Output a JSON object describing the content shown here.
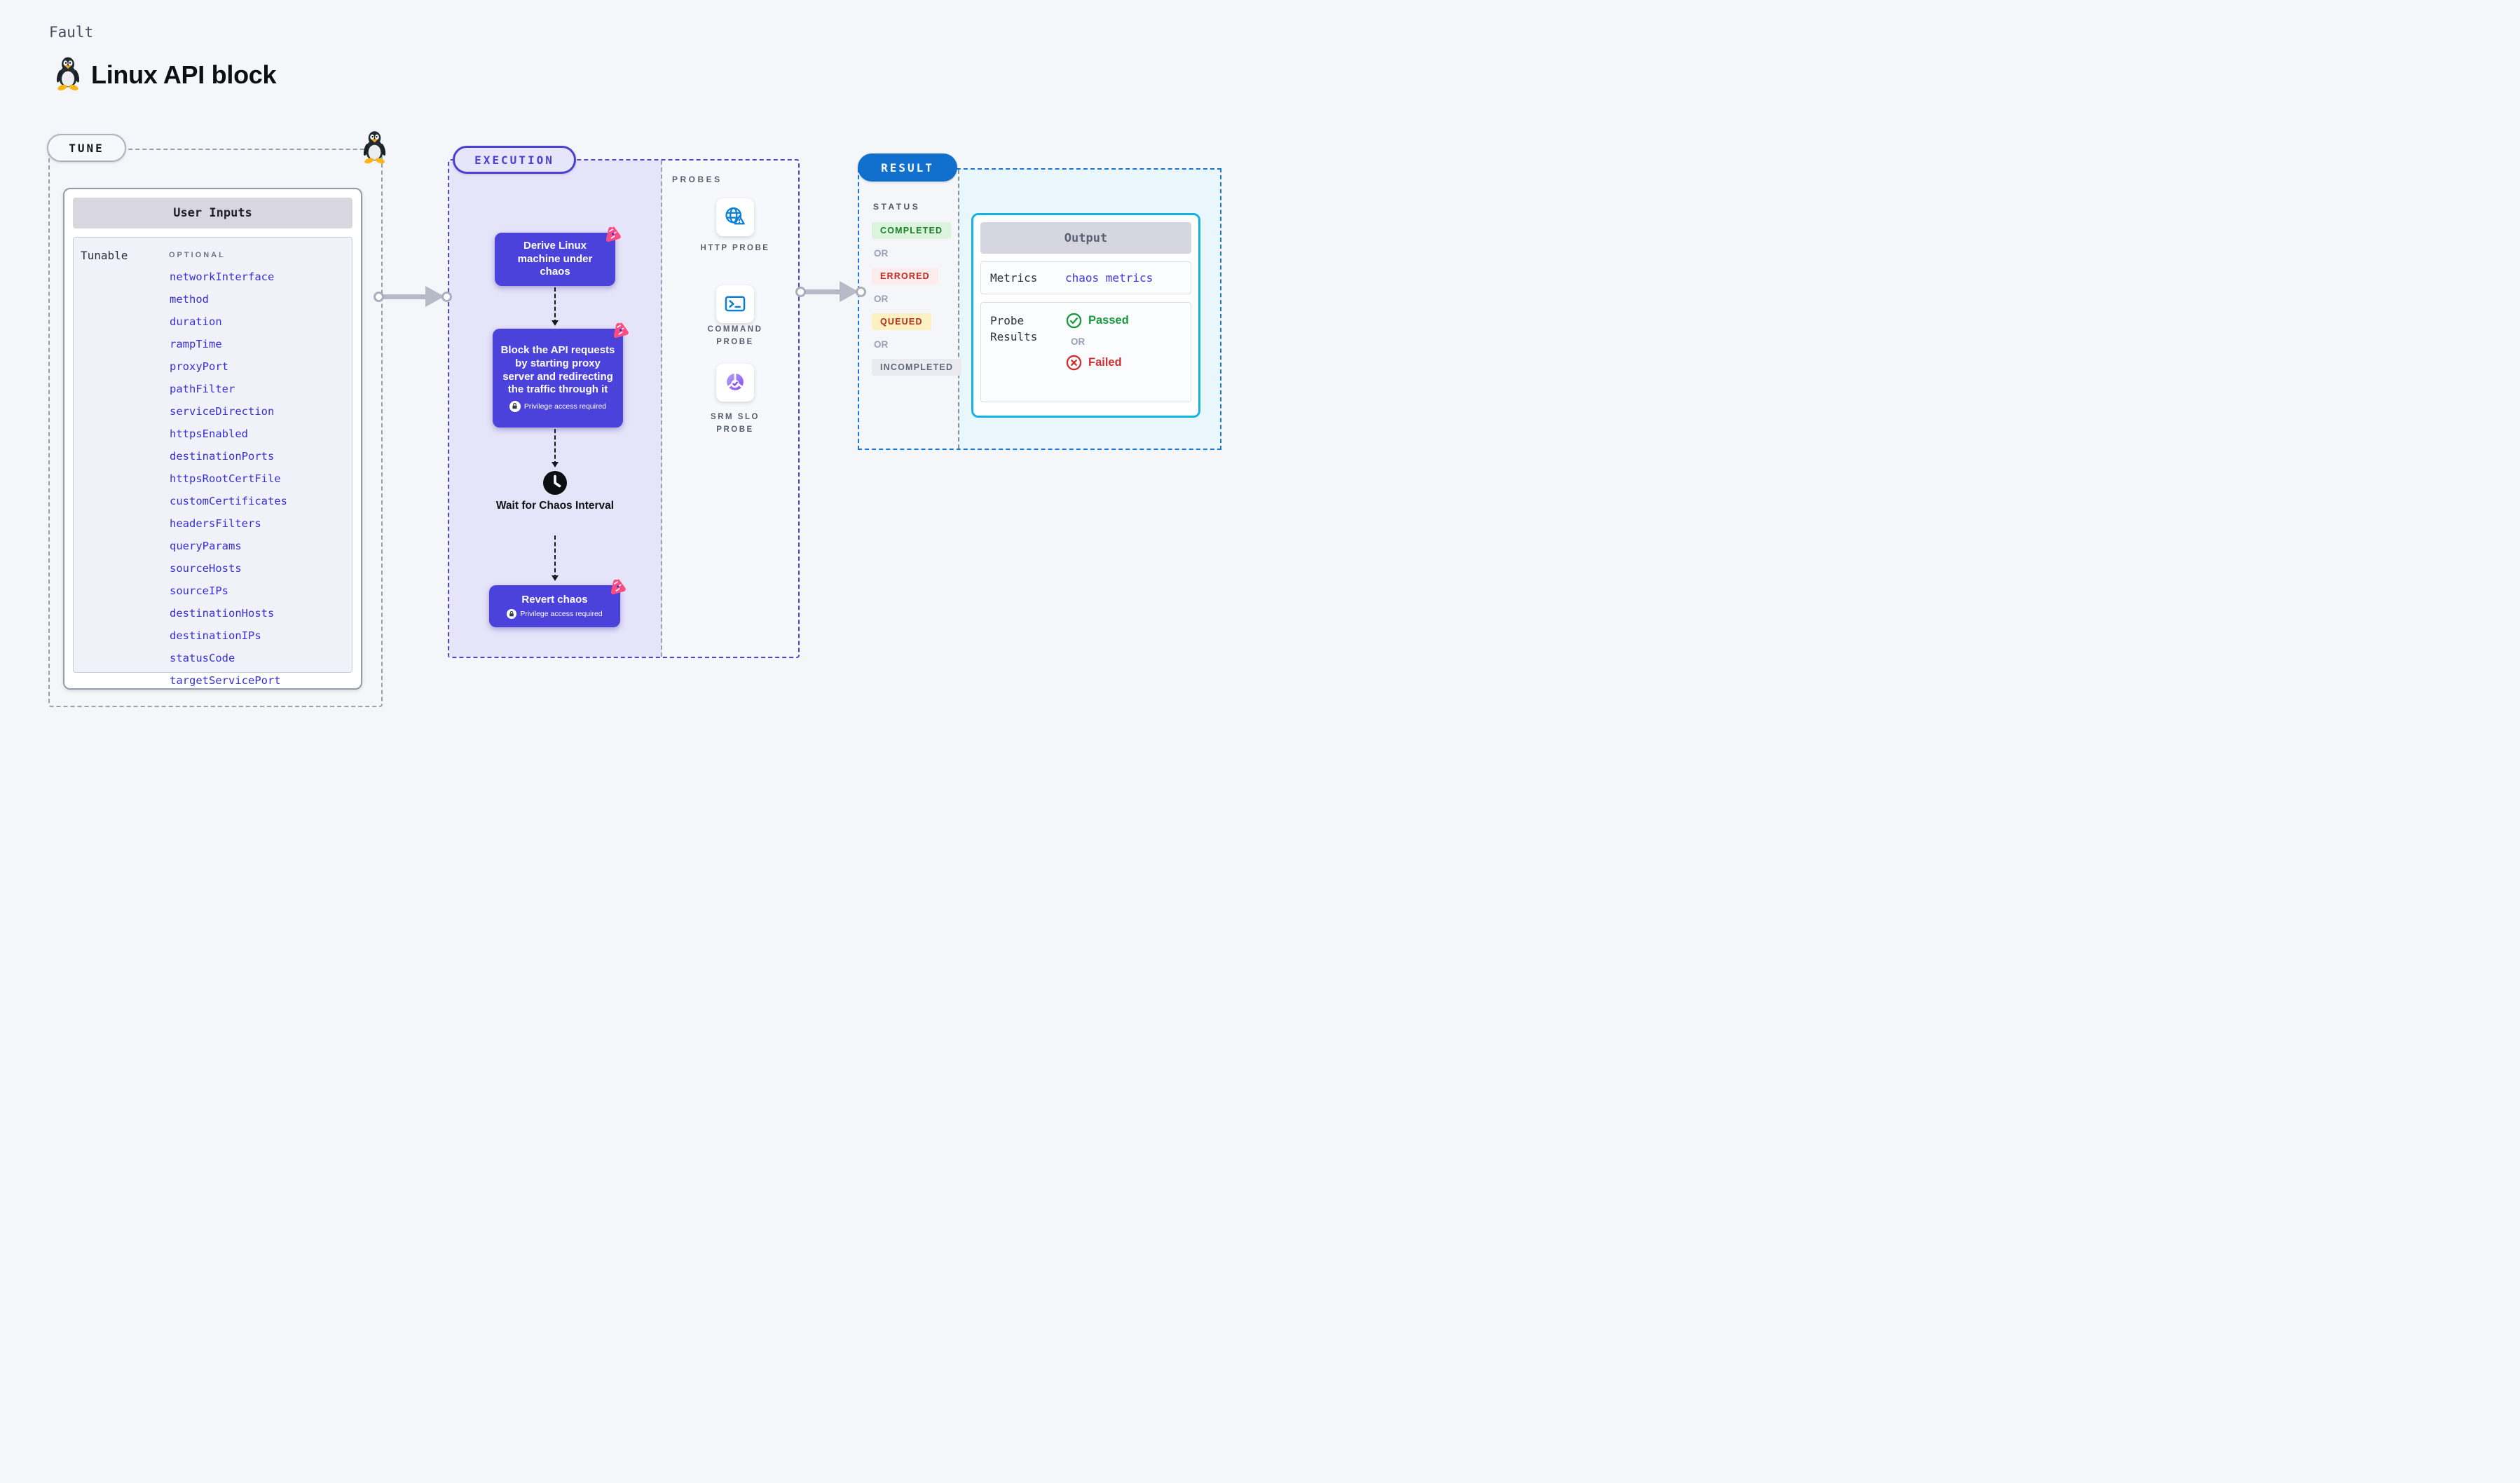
{
  "header": {
    "kicker": "Fault",
    "title": "Linux API block"
  },
  "tune": {
    "badge": "TUNE",
    "card_title": "User Inputs",
    "row_label": "Tunable",
    "column_label": "OPTIONAL",
    "params": [
      "networkInterface",
      "method",
      "duration",
      "rampTime",
      "proxyPort",
      "pathFilter",
      "serviceDirection",
      "httpsEnabled",
      "destinationPorts",
      "httpsRootCertFile",
      "customCertificates",
      "headersFilters",
      "queryParams",
      "sourceHosts",
      "sourceIPs",
      "destinationHosts",
      "destinationIPs",
      "statusCode",
      "targetServicePort"
    ]
  },
  "execution": {
    "badge": "EXECUTION",
    "steps": [
      {
        "title": "Derive Linux machine under chaos",
        "privilege": false
      },
      {
        "title": "Block the API requests by starting proxy server and redirecting the traffic through it",
        "privilege": true
      },
      {
        "title": "Revert chaos",
        "privilege": true
      }
    ],
    "wait_label": "Wait for Chaos Interval",
    "privilege_label": "Privilege access required"
  },
  "probes": {
    "label": "PROBES",
    "items": [
      {
        "label": "HTTP PROBE",
        "icon": "globe-alert-icon"
      },
      {
        "label": "COMMAND PROBE",
        "icon": "terminal-icon"
      },
      {
        "label": "SRM SLO PROBE",
        "icon": "slo-gauge-icon"
      }
    ]
  },
  "result": {
    "badge": "RESULT",
    "status_label": "STATUS",
    "or_label": "OR",
    "statuses": [
      {
        "label": "COMPLETED",
        "color": "#177e2c",
        "bg": "#dcf3dc"
      },
      {
        "label": "ERRORED",
        "color": "#c3271f",
        "bg": "#fdecec"
      },
      {
        "label": "QUEUED",
        "color": "#b72c14",
        "bg": "#fdf0c2"
      },
      {
        "label": "INCOMPLETED",
        "color": "#5f6779",
        "bg": "#eaebf1"
      }
    ],
    "output": {
      "title": "Output",
      "metrics_label": "Metrics",
      "metrics_value": "chaos metrics",
      "probe_results_label": "Probe Results",
      "passed_label": "Passed",
      "failed_label": "Failed"
    }
  },
  "colors": {
    "accent_indigo": "#4a42d6",
    "flow_box_indigo": "#4a42db",
    "lavender_panel": "#e6e4f9",
    "param_link_blue": "#372fd7",
    "result_pill_blue": "#1170cd",
    "result_dash_blue": "#1376d6",
    "output_border_cyan": "#14b2e2",
    "output_panel_cyan": "#e9f6fc",
    "probe_icon_blue": "#0a7fd6",
    "passed_green": "#179a3e",
    "failed_red": "#d02f2f",
    "queued_yellow_bg": "#fdf0c2",
    "chaos_logo_pink": "#fb4d84"
  }
}
